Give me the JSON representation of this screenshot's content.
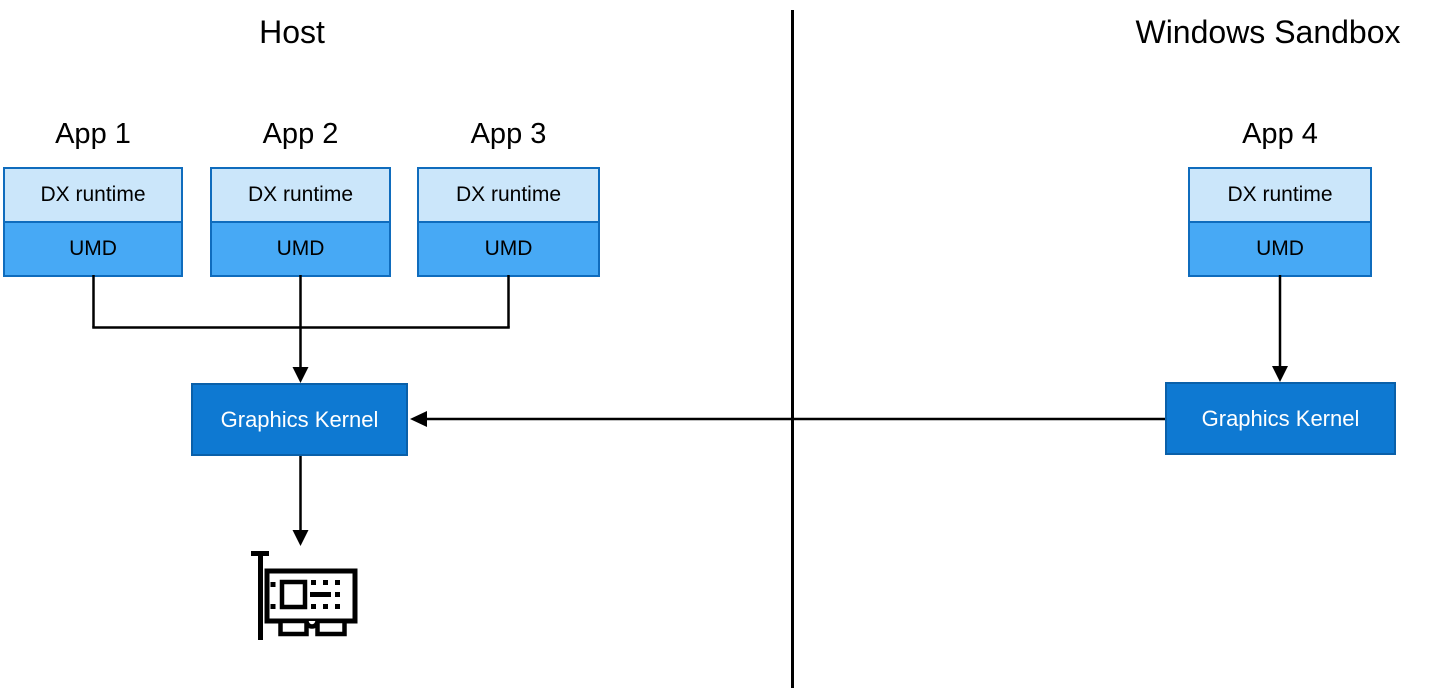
{
  "titles": {
    "host": "Host",
    "sandbox": "Windows Sandbox"
  },
  "apps": [
    {
      "label": "App 1",
      "dx": "DX runtime",
      "umd": "UMD"
    },
    {
      "label": "App 2",
      "dx": "DX runtime",
      "umd": "UMD"
    },
    {
      "label": "App 3",
      "dx": "DX runtime",
      "umd": "UMD"
    },
    {
      "label": "App 4",
      "dx": "DX runtime",
      "umd": "UMD"
    }
  ],
  "kernels": {
    "host_label": "Graphics Kernel",
    "sandbox_label": "Graphics Kernel"
  },
  "icons": {
    "gpu": "gpu-card-icon"
  },
  "colors": {
    "dx_runtime_fill": "#cbe6fa",
    "umd_fill": "#47a9f5",
    "app_box_border": "#0f6cbd",
    "kernel_fill": "#0e79d2",
    "kernel_border": "#0a60a9",
    "kernel_text": "#ffffff",
    "line": "#000000"
  }
}
